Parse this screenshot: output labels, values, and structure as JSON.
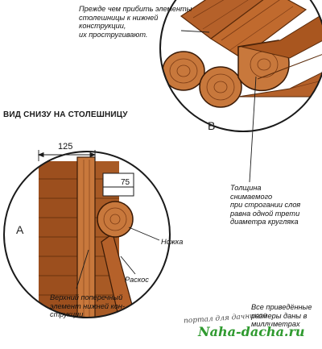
{
  "labels": {
    "note_top_line1": "Прежде чем прибить элементы",
    "note_top_line2": "столешницы к нижней",
    "note_top_line3": "конструкции,",
    "note_top_line4": "их простругивают.",
    "heading": "ВИД СНИЗУ НА СТОЛЕШНИЦУ",
    "dim_width": "125",
    "dim_depth": "75",
    "letter_a": "А",
    "letter_b": "В",
    "thickness_line1": "Толщина",
    "thickness_line2": "снимаемого",
    "thickness_line3": "при строгании слоя",
    "thickness_line4": "равна одной трети",
    "thickness_line5": "диаметра кругляка",
    "leg": "Ножка",
    "brace": "Раскос",
    "beam_line1": "Верхний поперечный",
    "beam_line2": "элемент нижней кон-",
    "beam_line3": "струкции",
    "footer_line1": "Все приведённые",
    "footer_line2": "размеры даны в",
    "footer_line3": "миллиметрах",
    "portal": "портал для дачников",
    "watermark": "Naha-dacha.ru"
  },
  "colors": {
    "wood": "#b5612a",
    "wood_dark": "#7a3a14",
    "wood_light": "#d98a4e",
    "ink": "#1a1a1a",
    "watermark": "#2f9a2f"
  }
}
